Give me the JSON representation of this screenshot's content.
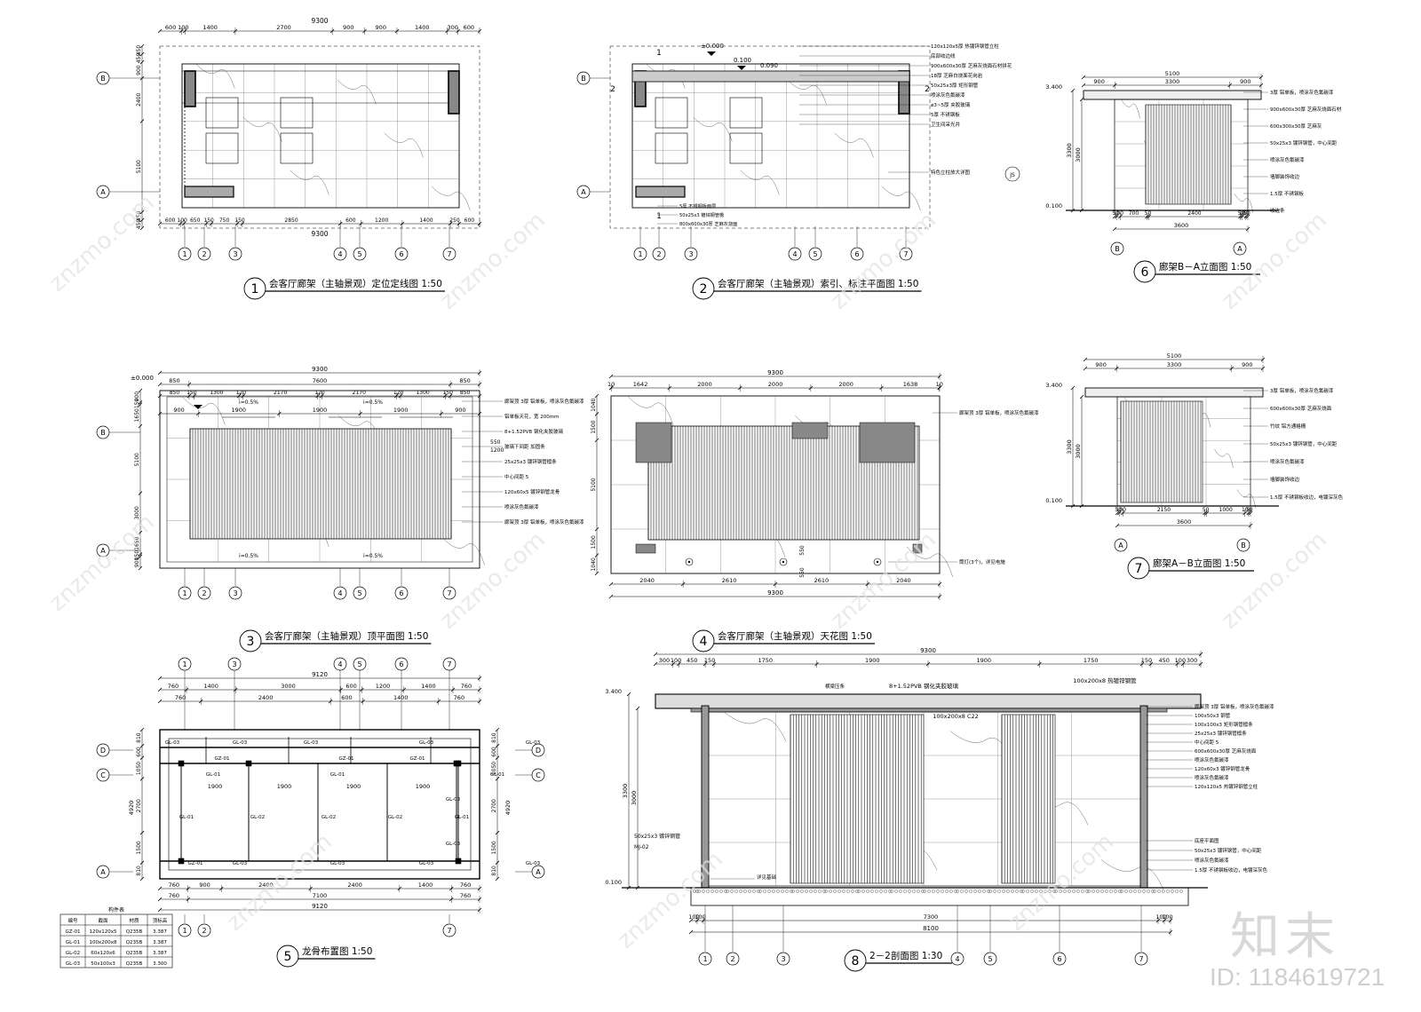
{
  "watermark": {
    "logo_text": "知末",
    "id_text": "ID: 1184619721",
    "repeat_text": "znzmo.com"
  },
  "axis_bubbles": [
    "1",
    "2",
    "3",
    "4",
    "5",
    "6",
    "7"
  ],
  "row_bubbles": [
    "A",
    "B",
    "C",
    "D"
  ],
  "drawings": [
    {
      "num": "1",
      "title": "会客厅廊架（主轴景观）定位定线图",
      "scale": "1:50",
      "top_dims": [
        "600",
        "100",
        "1400",
        "2700",
        "900",
        "900",
        "1400",
        "300",
        "600"
      ],
      "overall": "9300",
      "bottom_dims": [
        "600",
        "100",
        "650",
        "150",
        "750",
        "150",
        "2850",
        "600",
        "1200",
        "1400",
        "250",
        "600"
      ],
      "left_dims": [
        "450",
        "450",
        "900",
        "2400",
        "5100",
        "450",
        "450"
      ]
    },
    {
      "num": "2",
      "title": "会客厅廊架（主轴景观）索引、标注平面图",
      "scale": "1:50",
      "levels": [
        "±0.000",
        "0.100",
        "0.090"
      ],
      "labels": [
        "120x120x5厚 热镀锌钢管立柱",
        "底部收边线",
        "900x600x30厚 芝麻灰烧面石材拼花",
        "18厚 芝麻白烧面花岗岩",
        "50x25x3厚 矩形钢管",
        "喷涂灰色氟碳漆",
        "ø3~5厚 夹胶玻璃",
        "5厚 不锈钢板",
        "卫生间采光井",
        "特色立柱放大详图",
        "5厚 不锈钢板面层",
        "50x25x3 镀锌钢管檐",
        "800x600x30厚 芝麻灰烧面"
      ],
      "section_marks": [
        "1",
        "2"
      ]
    },
    {
      "num": "6",
      "title": "廊架B－A立面图",
      "scale": "1:50",
      "top_dims": [
        "5100",
        "900",
        "3300",
        "900"
      ],
      "levels": [
        "3.400",
        "0.100"
      ],
      "side_dims": [
        "3300",
        "3000"
      ],
      "bottom_dims": [
        "50",
        "100",
        "700",
        "50",
        "2400",
        "50",
        "100",
        "50"
      ],
      "overall": "3600",
      "labels": [
        "3厚 铝单板，喷涂灰色氟碳漆",
        "900x600x30厚 芝麻灰烧面石材",
        "600x300x30厚 芝麻灰",
        "50x25x3 镀锌钢管，中心间距",
        "喷涂灰色氟碳漆",
        "墙脚装饰收边",
        "1.5厚 不锈钢板",
        "收边条"
      ]
    },
    {
      "num": "3",
      "title": "会客厅廊架（主轴景观）顶平面图",
      "scale": "1:50",
      "level": "±0.000",
      "top_dims": [
        "9300",
        "850",
        "7600",
        "850",
        "850",
        "150",
        "1300",
        "120",
        "2170",
        "120",
        "2170",
        "120",
        "1300",
        "150",
        "850"
      ],
      "span_dims": [
        "900",
        "1900",
        "1900",
        "1900",
        "900"
      ],
      "slopes": [
        "i=0.5%",
        "i=0.5%",
        "i=0.5%",
        "i=0.5%"
      ],
      "left_dims": [
        "900",
        "150",
        "1650",
        "5100",
        "3000",
        "1650",
        "150",
        "900"
      ],
      "side_labels": [
        "550",
        "1200"
      ],
      "labels": [
        "廊架顶 3厚 铝单板，喷涂灰色氟碳漆",
        "铝单板天花，宽 200mm",
        "8+1.52PVB 钢化夹胶玻璃",
        "玻璃下间距 加固条",
        "25x25x3 镀锌钢管檩条",
        "中心间距 5",
        "120x60x5 镀锌钢管龙骨",
        "喷涂灰色氟碳漆",
        "廊架顶 3厚 铝单板，喷涂灰色氟碳漆"
      ]
    },
    {
      "num": "4",
      "title": "会客厅廊架（主轴景观）天花图",
      "scale": "1:50",
      "top_dims": [
        "10",
        "1642",
        "2000",
        "2000",
        "2000",
        "1638",
        "10"
      ],
      "overall": "9300",
      "left_dims": [
        "1040",
        "1500",
        "5100",
        "1500",
        "1040"
      ],
      "bottom_dims": [
        "2040",
        "2610",
        "2610",
        "2040"
      ],
      "small_dims": [
        "550",
        "550"
      ],
      "labels": [
        "廊架顶 3厚 铝单板，喷涂灰色氟碳漆",
        "筒灯(3个)，详见电施"
      ]
    },
    {
      "num": "7",
      "title": "廊架A－B立面图",
      "scale": "1:50",
      "top_dims": [
        "5100",
        "900",
        "3300",
        "900"
      ],
      "levels": [
        "3.400",
        "0.100"
      ],
      "side_dims": [
        "3300",
        "3000"
      ],
      "bottom_dims": [
        "50",
        "100",
        "2150",
        "50",
        "1000",
        "100",
        "50"
      ],
      "overall": "3600",
      "labels": [
        "3厚 铝单板，喷涂灰色氟碳漆",
        "600x600x30厚 芝麻灰烧面",
        "竹纹 铝方通格栅",
        "50x25x3 镀锌钢管，中心间距",
        "喷涂灰色氟碳漆",
        "墙脚装饰收边",
        "1.5厚 不锈钢板收边，电镀深灰色"
      ]
    },
    {
      "num": "5",
      "title": "龙骨布置图",
      "scale": "1:50",
      "top_dims": [
        "9120",
        "760",
        "1400",
        "3000",
        "600",
        "1200",
        "1400",
        "760",
        "760",
        "2400",
        "600",
        "1400",
        "760"
      ],
      "span_dims": [
        "1900",
        "1900",
        "1900",
        "1900"
      ],
      "left_dims": [
        "810",
        "600",
        "1050",
        "4920",
        "2700",
        "1500",
        "810"
      ],
      "bottom_dims": [
        "760",
        "900",
        "2400",
        "2400",
        "1400",
        "760",
        "760",
        "7100",
        "760",
        "9120"
      ],
      "members": [
        "GZ-01",
        "GL-01",
        "GL-02",
        "GL-03"
      ],
      "table": {
        "title": "构件表",
        "headers": [
          "编号",
          "截面",
          "材质",
          "顶标高"
        ],
        "rows": [
          [
            "GZ-01",
            "120x120x5",
            "Q235B",
            "3.387"
          ],
          [
            "GL-01",
            "100x200x8",
            "Q235B",
            "3.387"
          ],
          [
            "GL-02",
            "60x120x6",
            "Q235B",
            "3.387"
          ],
          [
            "GL-03",
            "50x100x3",
            "Q235B",
            "3.300"
          ]
        ]
      }
    },
    {
      "num": "8",
      "title": "2－2剖面图",
      "scale": "1:30",
      "top_dims": [
        "9300",
        "300",
        "100",
        "450",
        "150",
        "1750",
        "1900",
        "1900",
        "1750",
        "150",
        "450",
        "100",
        "300"
      ],
      "levels": [
        "3.400",
        "0.100"
      ],
      "side_dims": [
        "3300",
        "3000"
      ],
      "top_labels": [
        "横梁压条",
        "8+1.52PVB 钢化夹胶玻璃",
        "100x200x8 热镀锌钢管",
        "100x200x8 C22"
      ],
      "labels": [
        "廊架顶 3厚 铝单板，喷涂灰色氟碳漆",
        "100x50x3 钢管",
        "100x100x3 矩形钢管檩条",
        "25x25x3 镀锌钢管檩条",
        "中心间距 5",
        "600x600x30厚 芝麻灰烧面",
        "喷涂灰色氟碳漆",
        "120x60x3 镀锌钢管龙骨",
        "喷涂灰色氟碳漆",
        "120x120x5 热镀锌钢管立柱",
        "底座平面图",
        "50x25x3 镀锌钢管，中心间距",
        "喷涂灰色氟碳漆",
        "1.5厚 不锈钢板收边，电镀深灰色"
      ],
      "left_labels": [
        "50x25x3 镀锌钢管",
        "MJ-02"
      ],
      "bottom_label": "详见基础",
      "bottom_dims": [
        "100",
        "100",
        "7300",
        "100",
        "100",
        "8100"
      ]
    }
  ]
}
